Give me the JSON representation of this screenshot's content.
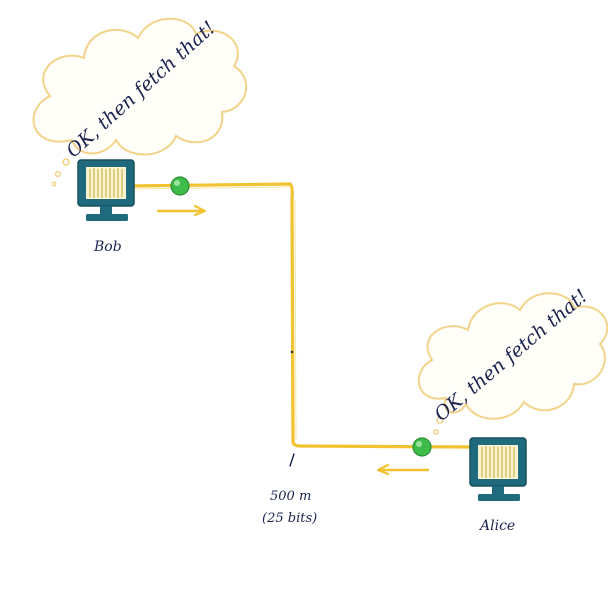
{
  "nodes": {
    "bob": {
      "name": "Bob",
      "thought": "OK, then fetch that!"
    },
    "alice": {
      "name": "Alice",
      "thought": "OK, then fetch that!"
    }
  },
  "link": {
    "distance": "500 m",
    "bits": "(25 bits)"
  },
  "colors": {
    "link": "#f2c230",
    "cloud_outline": "#f3d38a",
    "monitor": "#1f6a7d",
    "screen_stripes": "#d8c46a",
    "signal": "#3ebc4a",
    "ink": "#1b2350"
  },
  "icons": {
    "computer": "computer-icon",
    "signal": "signal-dot-icon",
    "arrow": "direction-arrow-icon",
    "thought": "thought-bubble-icon"
  }
}
